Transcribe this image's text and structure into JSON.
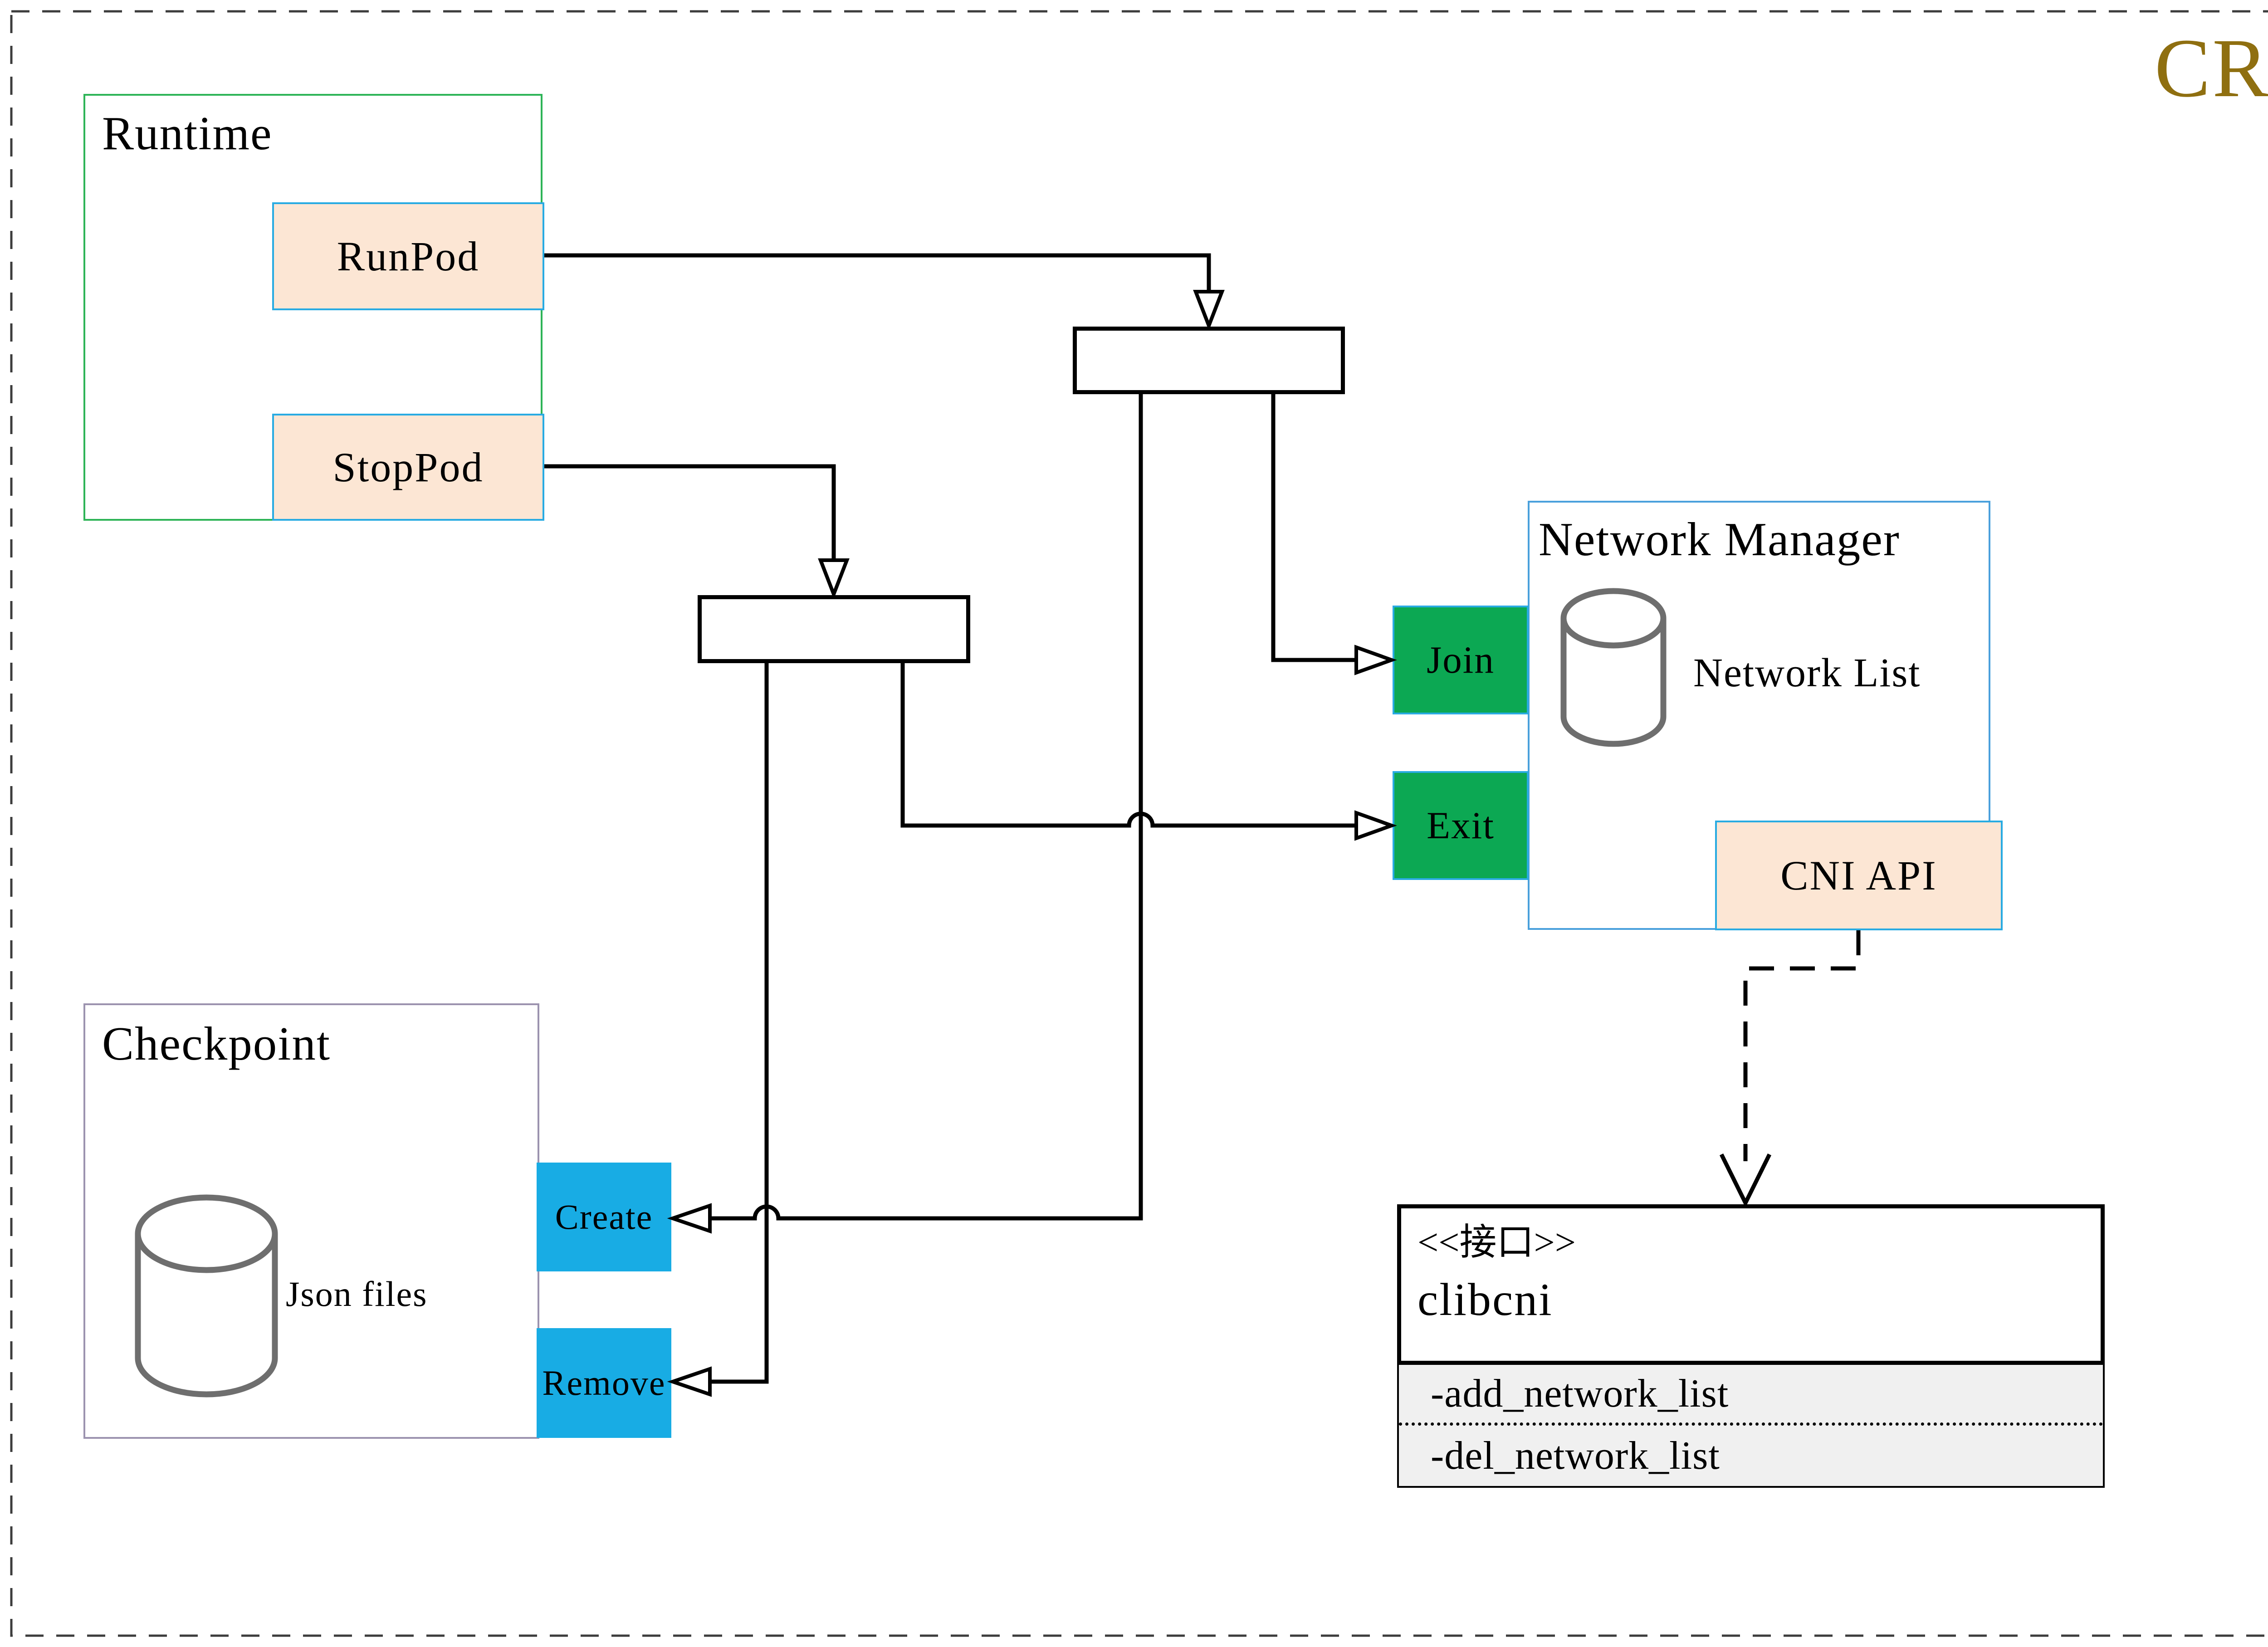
{
  "badge": {
    "label": "CRI"
  },
  "runtime": {
    "title": "Runtime",
    "run_pod": "RunPod",
    "stop_pod": "StopPod"
  },
  "checkpoint": {
    "title": "Checkpoint",
    "datastore_label": "Json files",
    "create": "Create",
    "remove": "Remove"
  },
  "network_manager": {
    "title": "Network Manager",
    "datastore_label": "Network List",
    "join": "Join",
    "exit": "Exit",
    "cni_api": "CNI API"
  },
  "clibcni": {
    "stereotype": "<<接口>>",
    "name": "clibcni",
    "methods": [
      "-add_network_list",
      "-del_network_list"
    ]
  },
  "colors": {
    "gold": "#8f6f10",
    "green": "#0ca853",
    "cyan": "#18ace4",
    "peach": "#fce6d4",
    "peach-border": "#29abe2",
    "runtime-border": "#2eb457",
    "checkpoint-border": "#9c93af",
    "nm-border": "#4aa0dc",
    "section-gray": "#f0f0f0",
    "cylinder": "#6e6e6e",
    "line": "#000000"
  }
}
